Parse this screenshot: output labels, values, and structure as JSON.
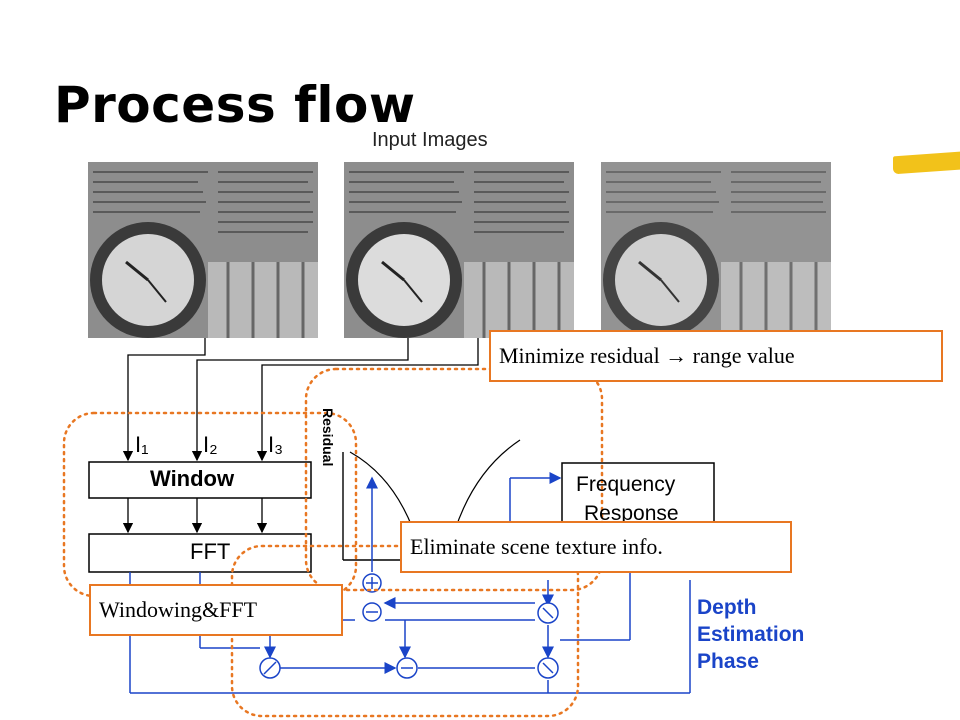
{
  "slide": {
    "title": "Process flow"
  },
  "diagram": {
    "input_images_label": "Input Images",
    "inputs": [
      "I₁",
      "I₂",
      "I₃"
    ],
    "window_label": "Window",
    "fft_label": "FFT",
    "freq_label_1": "Frequency",
    "freq_label_2": "Response",
    "residual_label": "Residual",
    "depth_label": [
      "Depth",
      "Estimation",
      "Phase"
    ]
  },
  "callouts": {
    "minimize": "Minimize residual → range value",
    "eliminate": "Eliminate scene texture info.",
    "windowing": "Windowing&FFT"
  },
  "colors": {
    "callout_border": "#e87722",
    "diagram_blue": "#1a44c8",
    "accent_yellow": "#f2c21a"
  }
}
